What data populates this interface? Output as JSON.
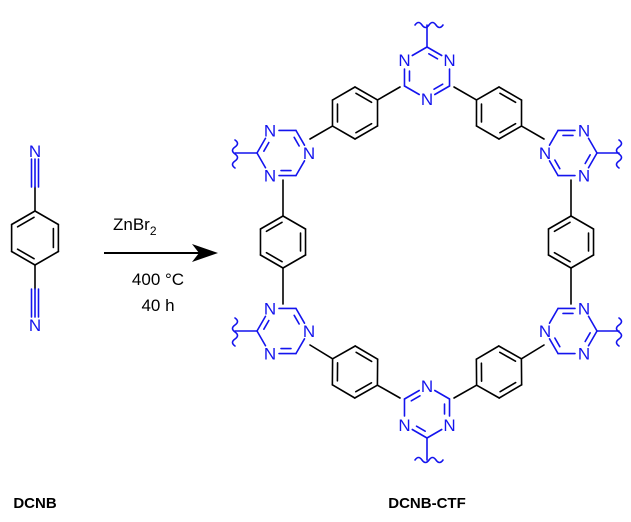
{
  "reaction": {
    "reagent": "ZnBr",
    "reagent_subscript": "2",
    "temperature": "400 °C",
    "time": "40 h"
  },
  "labels": {
    "monomer": "DCNB",
    "product": "DCNB-CTF"
  },
  "atoms": {
    "nitrogen": "N"
  },
  "colors": {
    "bond": "#000000",
    "heteroatom": "#1414ee"
  }
}
